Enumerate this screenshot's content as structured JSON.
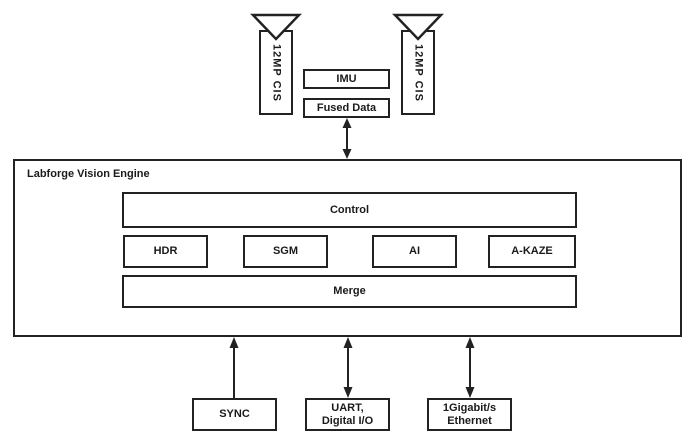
{
  "colors": {
    "line": "#222222",
    "background": "#ffffff"
  },
  "sensors": {
    "left_label": "12MP CIS",
    "right_label": "12MP CIS"
  },
  "imu_label": "IMU",
  "fused_data_label": "Fused Data",
  "engine": {
    "title": "Labforge Vision Engine",
    "control_label": "Control",
    "modules": [
      "HDR",
      "SGM",
      "AI",
      "A-KAZE"
    ],
    "merge_label": "Merge"
  },
  "io": {
    "sync_label": "SYNC",
    "uart": {
      "line1": "UART,",
      "line2": "Digital I/O"
    },
    "ethernet": {
      "line1": "1Gigabit/s",
      "line2": "Ethernet"
    }
  }
}
